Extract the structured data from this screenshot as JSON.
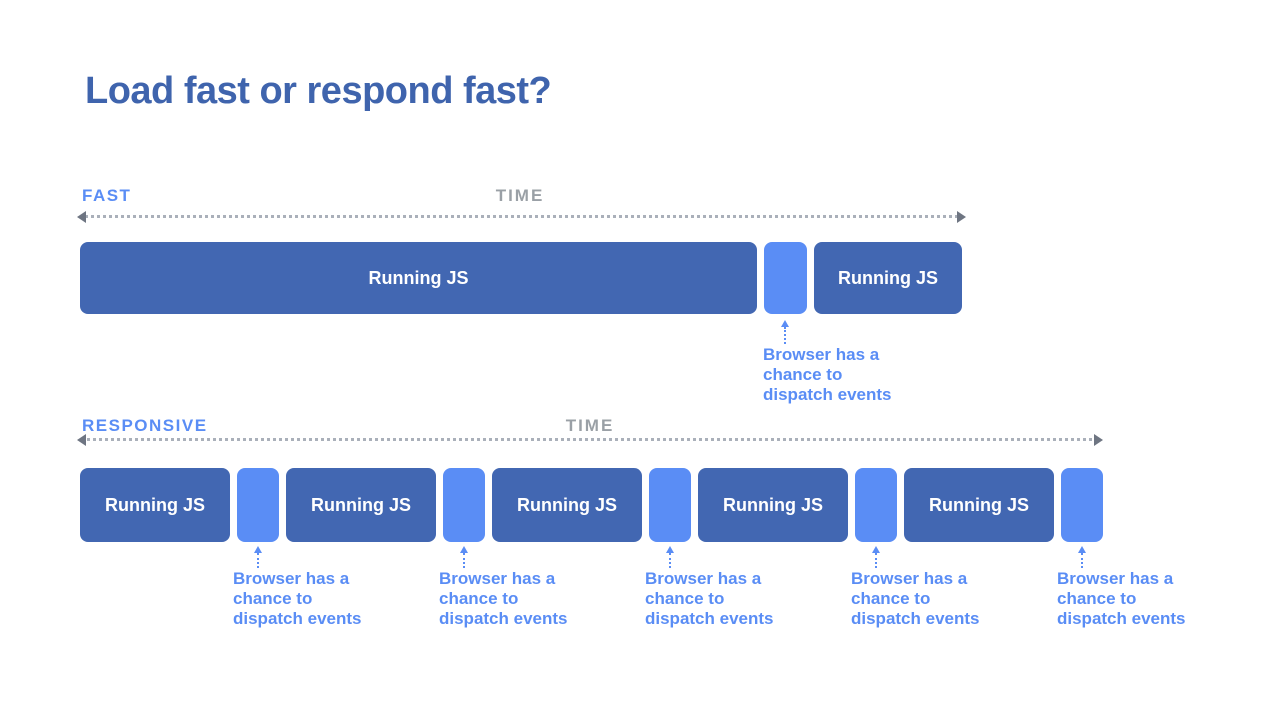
{
  "slide": {
    "title": "Load fast or respond fast?"
  },
  "colors": {
    "title_blue": "#3f64ad",
    "accent_blue": "#5a8df5",
    "bar_dark_blue": "#4267b2",
    "bar_light_blue": "#5a8df5",
    "time_gray": "#9aa0a6",
    "timeline_gray": "#aab0ba"
  },
  "fast": {
    "label": "FAST",
    "time_label": "TIME",
    "blocks": [
      {
        "kind": "running",
        "label": "Running JS"
      },
      {
        "kind": "idle",
        "label": ""
      },
      {
        "kind": "running",
        "label": "Running JS"
      }
    ],
    "annotation": {
      "lines": [
        "Browser has a",
        "chance to",
        "dispatch events"
      ]
    }
  },
  "responsive": {
    "label": "RESPONSIVE",
    "time_label": "TIME",
    "blocks": [
      {
        "kind": "running",
        "label": "Running JS"
      },
      {
        "kind": "idle",
        "label": ""
      },
      {
        "kind": "running",
        "label": "Running JS"
      },
      {
        "kind": "idle",
        "label": ""
      },
      {
        "kind": "running",
        "label": "Running JS"
      },
      {
        "kind": "idle",
        "label": ""
      },
      {
        "kind": "running",
        "label": "Running JS"
      },
      {
        "kind": "idle",
        "label": ""
      },
      {
        "kind": "running",
        "label": "Running JS"
      },
      {
        "kind": "idle",
        "label": ""
      }
    ],
    "annotations": [
      {
        "lines": [
          "Browser has a",
          "chance to",
          "dispatch events"
        ]
      },
      {
        "lines": [
          "Browser has a",
          "chance to",
          "dispatch events"
        ]
      },
      {
        "lines": [
          "Browser has a",
          "chance to",
          "dispatch events"
        ]
      },
      {
        "lines": [
          "Browser has a",
          "chance to",
          "dispatch events"
        ]
      },
      {
        "lines": [
          "Browser has a",
          "chance to",
          "dispatch events"
        ]
      }
    ]
  }
}
